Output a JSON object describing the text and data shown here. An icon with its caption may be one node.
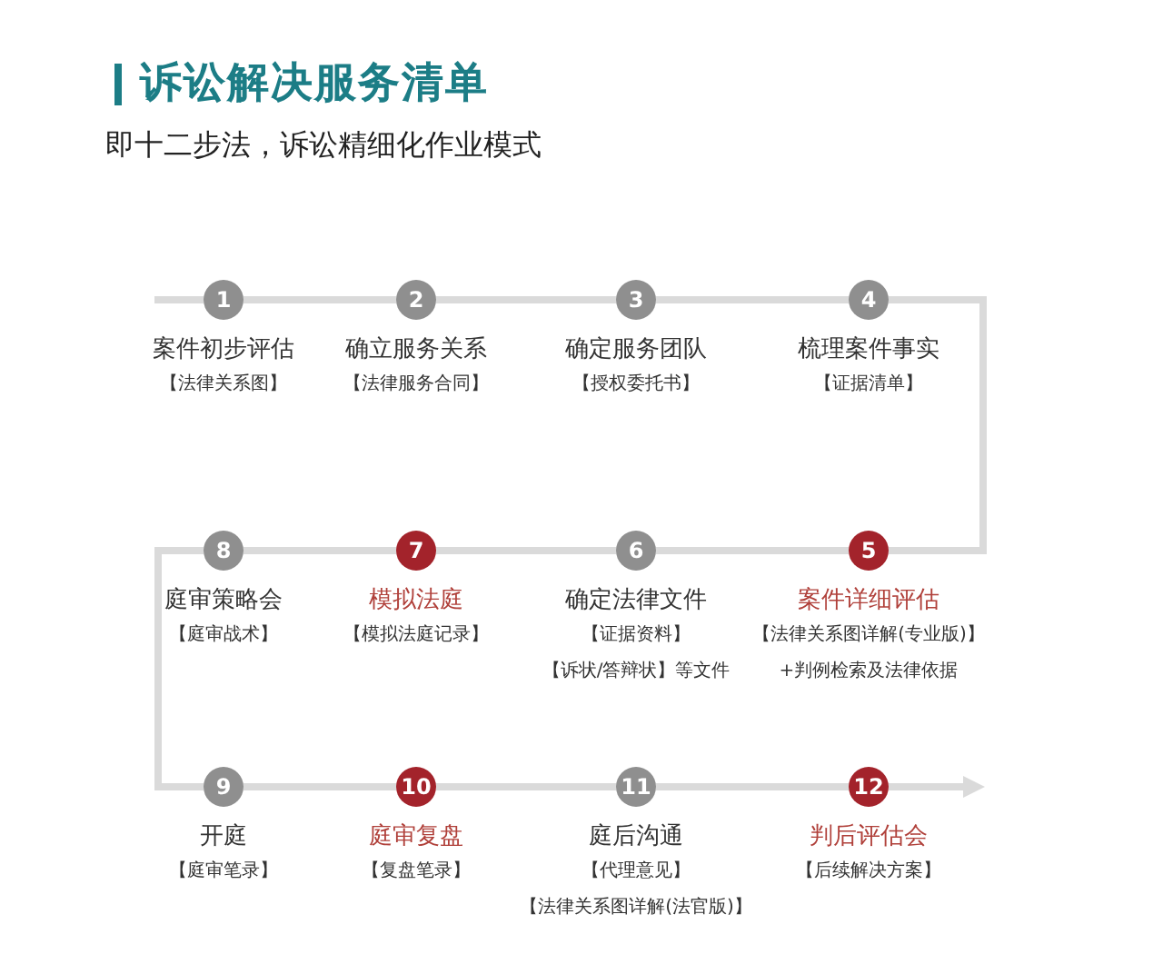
{
  "diagram": {
    "title": "诉讼解决服务清单",
    "nodes": [
      {
        "text": [
          "1"
        ],
        "beside": [
          "案件初步评估",
          "【法律关系图】"
        ]
      },
      {
        "text": [
          "2"
        ],
        "beside": [
          "确立服务关系",
          "【法律服务合同】"
        ]
      },
      {
        "text": [
          "3"
        ],
        "beside": [
          "确定服务团队",
          "【授权委托书】"
        ]
      },
      {
        "text": [
          "4"
        ],
        "beside": [
          "梳理案件事实",
          "【证据清单】"
        ]
      },
      {
        "text": [
          "5"
        ],
        "beside": [
          "案件详细评估",
          "【法律关系图详解(专业版)】+判例检索及法律依据"
        ]
      },
      {
        "text": [
          "6"
        ],
        "beside": [
          "确定法律文件",
          "【证据资料】",
          "【诉状/答辩状】等文件"
        ]
      },
      {
        "text": [
          "7"
        ],
        "beside": [
          "模拟法庭",
          "【模拟法庭记录】"
        ]
      },
      {
        "text": [
          "8"
        ],
        "beside": [
          "庭审策略会",
          "【庭审战术】"
        ]
      },
      {
        "text": [
          "9"
        ],
        "beside": [
          "开庭",
          "【庭审笔录】"
        ]
      },
      {
        "text": [
          "10"
        ],
        "beside": [
          "庭审复盘",
          "【复盘笔录】"
        ]
      },
      {
        "text": [
          "11"
        ],
        "beside": [
          "庭后沟通",
          "【代理意见】",
          "【法律关系图详解(法官版)】"
        ]
      },
      {
        "text": [
          "12"
        ],
        "beside": [
          "判后评估会",
          "【后续解决方案】"
        ]
      }
    ],
    "edges": [
      {
        "from": null,
        "to": 0,
        "arrow": "none"
      },
      {
        "from": 0,
        "to": 1,
        "arrow": "none"
      },
      {
        "from": 1,
        "to": 2,
        "arrow": "none"
      },
      {
        "from": 2,
        "to": 3,
        "arrow": "none"
      },
      {
        "from": 3,
        "to": 4,
        "arrow": "none"
      },
      {
        "from": 4,
        "to": 5,
        "arrow": "none"
      },
      {
        "from": 5,
        "to": 6,
        "arrow": "none"
      },
      {
        "from": 6,
        "to": 7,
        "arrow": "none"
      },
      {
        "from": 7,
        "to": 8,
        "arrow": "none"
      },
      {
        "from": 8,
        "to": 9,
        "arrow": "none"
      },
      {
        "from": 9,
        "to": 10,
        "arrow": "none"
      },
      {
        "from": 10,
        "to": 11,
        "arrow": "none"
      },
      {
        "from": 11,
        "to": null,
        "arrow": "to"
      }
    ],
    "labels": [
      "即十二步法，诉讼精细化作业模式"
    ]
  }
}
